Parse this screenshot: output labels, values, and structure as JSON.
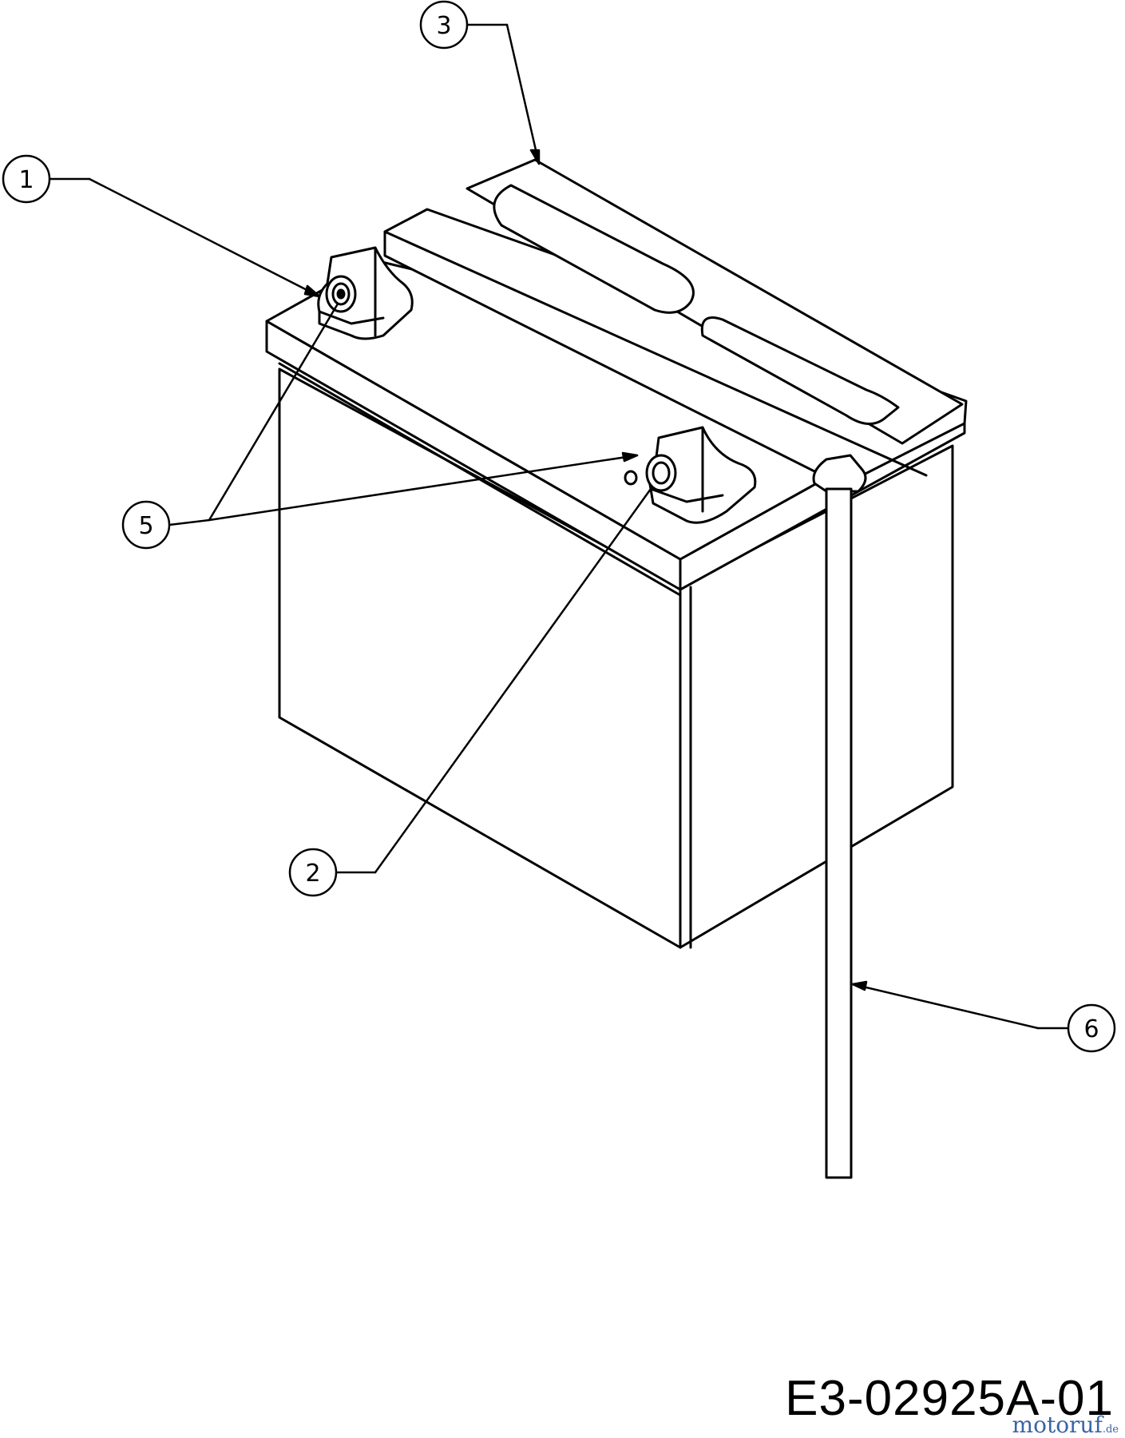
{
  "callouts": [
    "1",
    "2",
    "3",
    "5",
    "6"
  ],
  "drawing_number": "E3-02925A-01",
  "watermark": {
    "main": "motoruf",
    "tld": ".de",
    "color": "#3b63a8"
  }
}
